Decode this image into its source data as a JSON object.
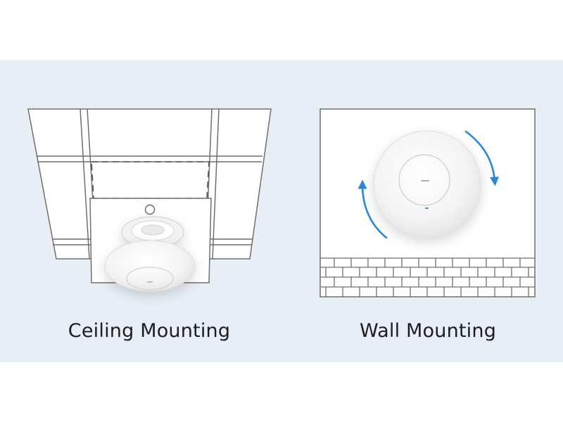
{
  "captions": {
    "ceiling": "Ceiling Mounting",
    "wall": "Wall Mounting"
  },
  "colors": {
    "band_bg": "#e8eef5",
    "panel_bg": "#ffffff",
    "line": "#6f6f6f",
    "arrow": "#2a86d9",
    "device": "#f7f7f7",
    "led": "#3a8fe0"
  },
  "icons": [
    "ceiling-grid",
    "wall-brick",
    "access-point-device",
    "rotate-arrows"
  ]
}
